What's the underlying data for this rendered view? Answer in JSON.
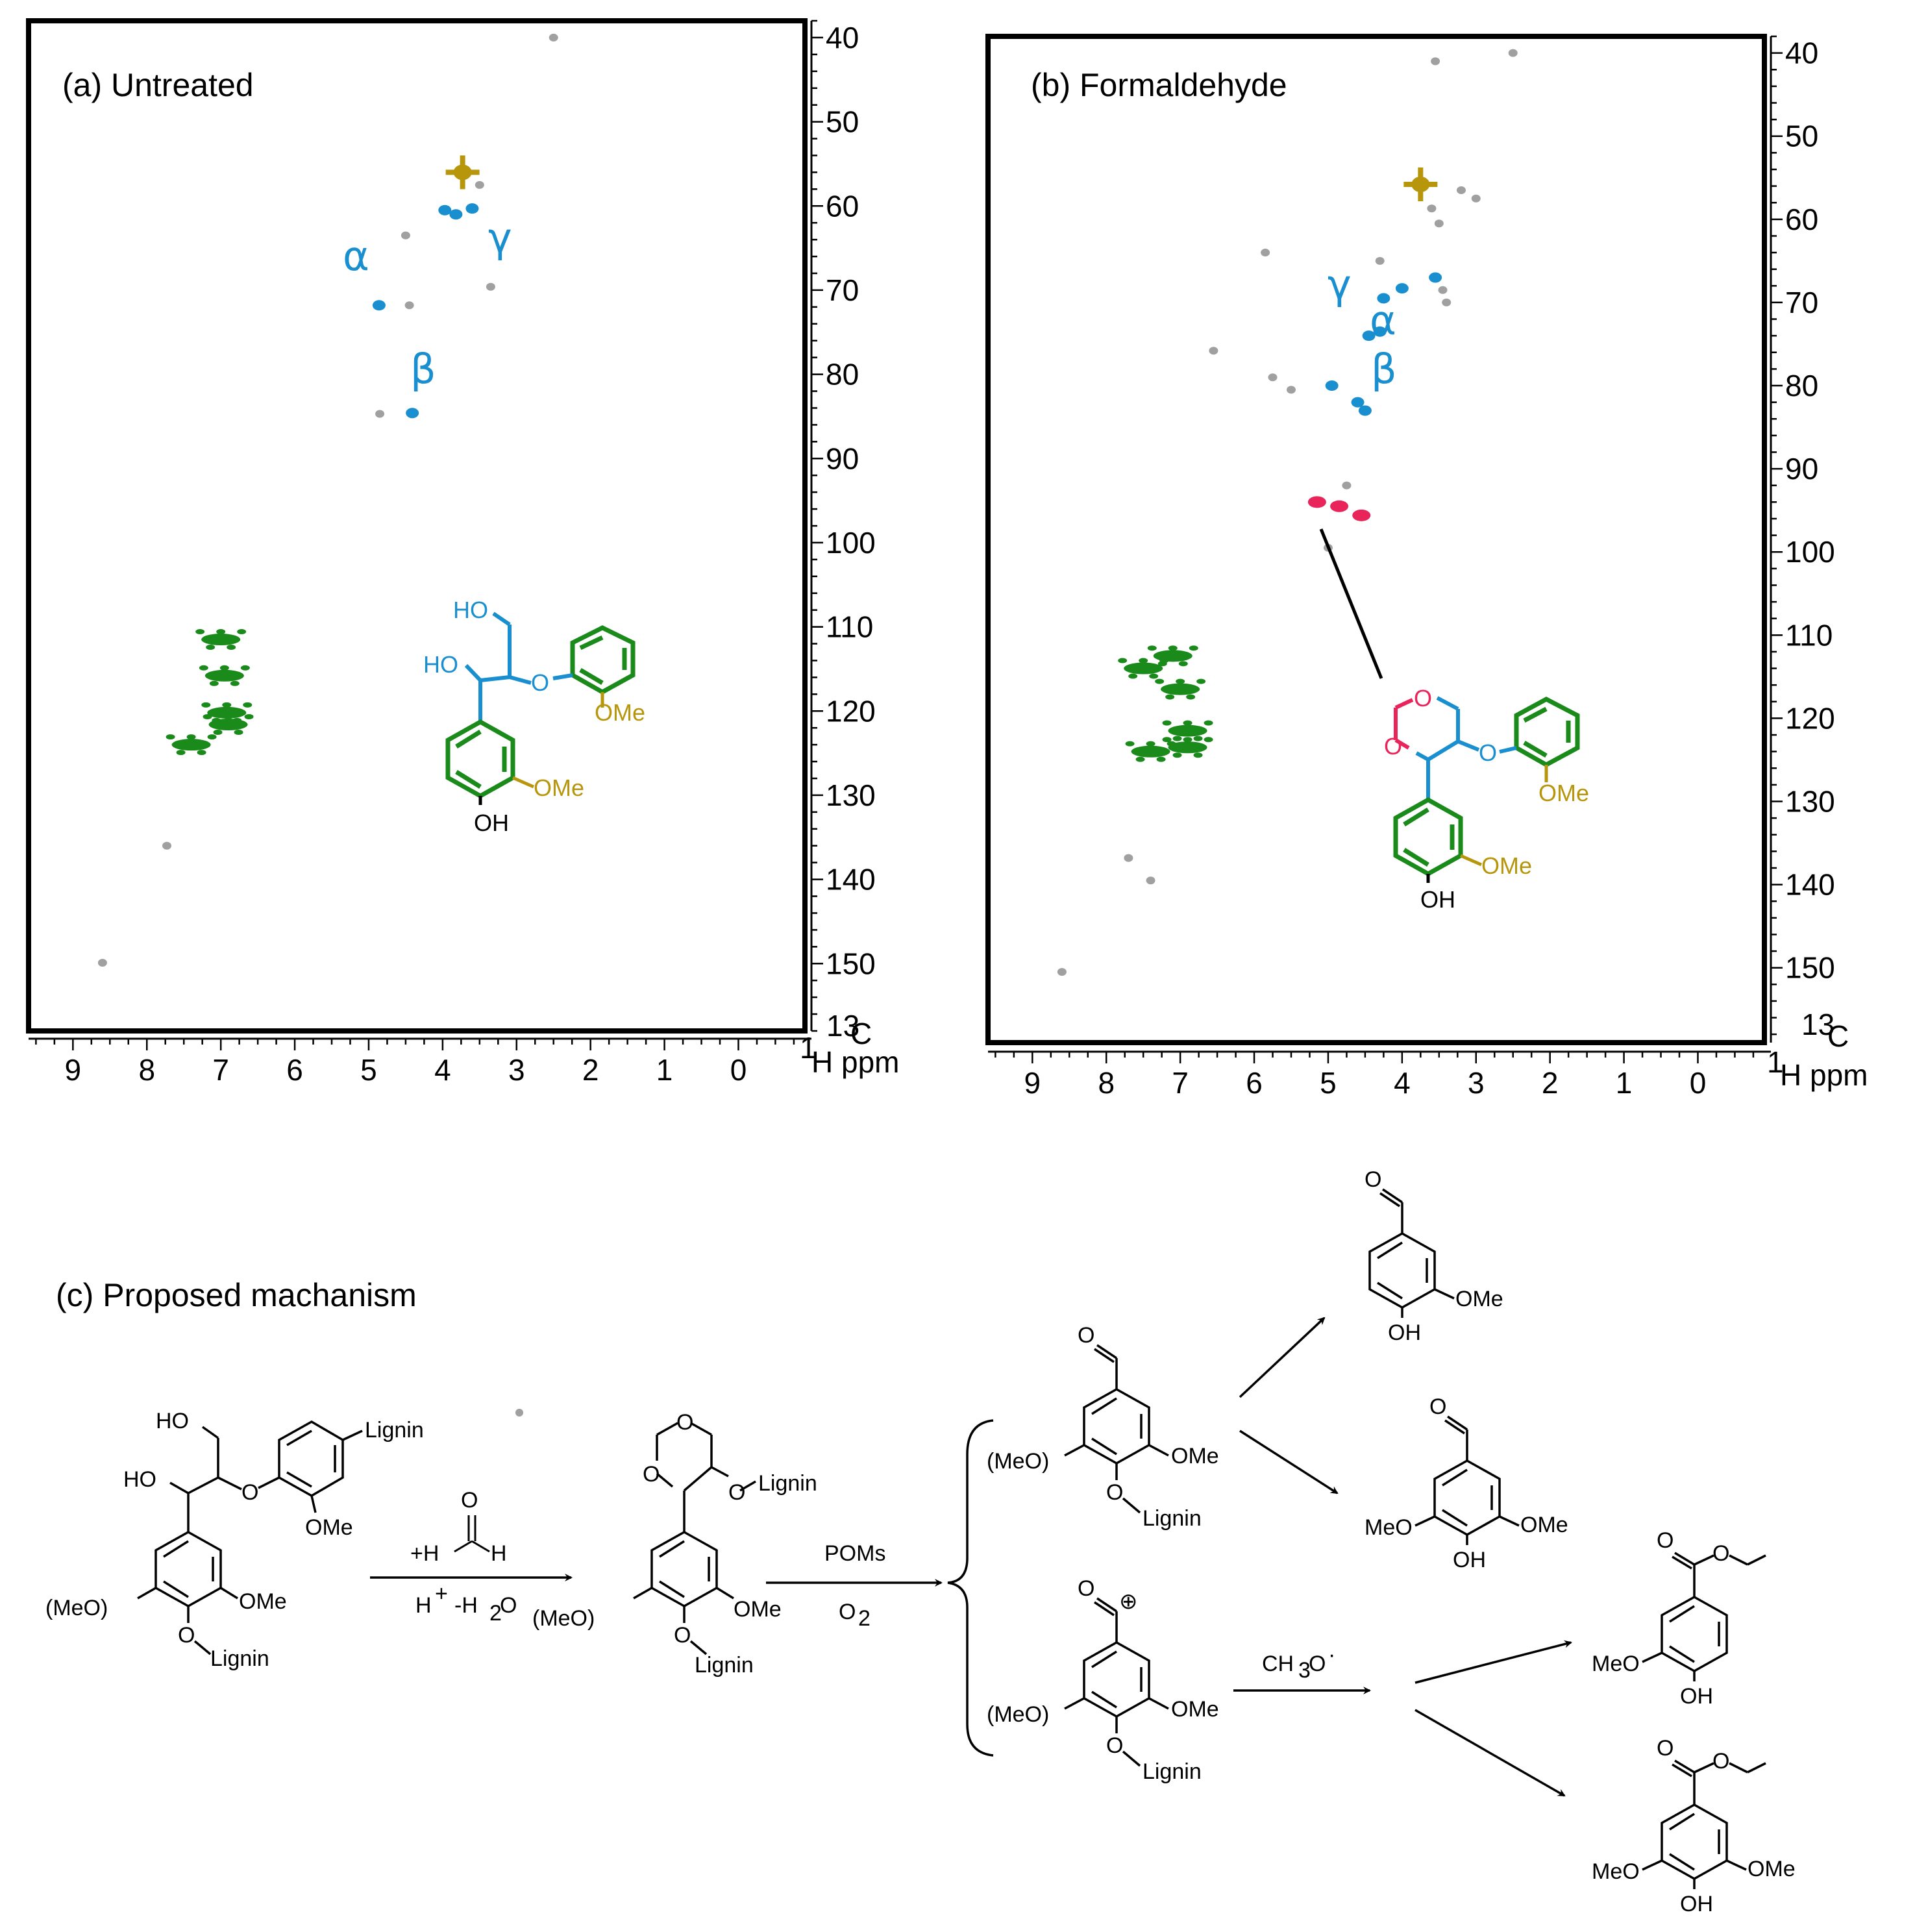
{
  "panels": [
    {
      "label": "(a) Untreated",
      "y_axis_label": "C",
      "y_axis_sup": "13",
      "x_axis_label": "H ppm",
      "x_axis_sup": "1",
      "annotations": {
        "alpha": "α",
        "beta": "β",
        "gamma": "γ"
      },
      "structure_labels": {
        "ho1": "HO",
        "ho2": "HO",
        "o": "O",
        "ome1": "OMe",
        "ome2": "OMe",
        "oh": "OH"
      }
    },
    {
      "label": "(b) Formaldehyde",
      "y_axis_label": "C",
      "y_axis_sup": "13",
      "x_axis_label": "H ppm",
      "x_axis_sup": "1",
      "annotations": {
        "alpha": "α",
        "beta": "β",
        "gamma": "γ"
      },
      "structure_labels": {
        "o_ring1": "O",
        "o_ring2": "O",
        "o": "O",
        "ome1": "OMe",
        "ome2": "OMe",
        "oh": "OH"
      }
    }
  ],
  "chart_data": [
    {
      "type": "scatter",
      "title": "(a) Untreated",
      "xlabel": "1H ppm",
      "ylabel": "13C",
      "xlim": [
        9.6,
        -0.9
      ],
      "ylim": [
        158.0,
        38.0
      ],
      "x_ticks": [
        9,
        8,
        7,
        6,
        5,
        4,
        3,
        2,
        1,
        0
      ],
      "y_ticks": [
        40,
        50,
        60,
        70,
        80,
        90,
        100,
        110,
        120,
        130,
        140,
        150
      ],
      "colors": {
        "methoxyl": "#b8960c",
        "side_chain": "#1a8fd0",
        "aromatic": "#1a8a1a",
        "other": "#a0a0a0"
      },
      "series": [
        {
          "group": "methoxyl",
          "points": [
            [
              3.73,
              56.0
            ]
          ]
        },
        {
          "group": "side_chain",
          "points": [
            [
              4.86,
              71.8
            ],
            [
              4.41,
              84.6
            ],
            [
              3.97,
              60.5
            ],
            [
              3.82,
              61.0
            ],
            [
              3.6,
              60.3
            ]
          ]
        },
        {
          "group": "aromatic",
          "points": [
            [
              7.0,
              111.5
            ],
            [
              6.95,
              115.8
            ],
            [
              6.92,
              120.2
            ],
            [
              6.9,
              121.6
            ],
            [
              7.4,
              124.0
            ]
          ]
        },
        {
          "group": "other",
          "points": [
            [
              2.5,
              40.0
            ],
            [
              8.6,
              149.9
            ],
            [
              7.73,
              136.0
            ],
            [
              4.5,
              63.5
            ],
            [
              4.45,
              71.8
            ],
            [
              3.5,
              57.5
            ],
            [
              3.35,
              69.6
            ],
            [
              4.85,
              84.7
            ]
          ]
        }
      ]
    },
    {
      "type": "scatter",
      "title": "(b) Formaldehyde",
      "xlabel": "1H ppm",
      "ylabel": "13C",
      "xlim": [
        9.6,
        -0.9
      ],
      "ylim": [
        159.0,
        38.0
      ],
      "x_ticks": [
        9,
        8,
        7,
        6,
        5,
        4,
        3,
        2,
        1,
        0
      ],
      "y_ticks": [
        40,
        50,
        60,
        70,
        80,
        90,
        100,
        110,
        120,
        130,
        140,
        150
      ],
      "colors": {
        "methoxyl": "#b8960c",
        "side_chain": "#1a8fd0",
        "aromatic": "#1a8a1a",
        "acetal": "#e8245a",
        "other": "#a0a0a0"
      },
      "series": [
        {
          "group": "methoxyl",
          "points": [
            [
              3.75,
              55.8
            ]
          ]
        },
        {
          "group": "side_chain",
          "points": [
            [
              3.55,
              67.0
            ],
            [
              4.0,
              68.3
            ],
            [
              4.25,
              69.5
            ],
            [
              4.45,
              74.0
            ],
            [
              4.3,
              73.5
            ],
            [
              4.5,
              83.0
            ],
            [
              4.95,
              80.0
            ],
            [
              4.6,
              82.0
            ]
          ]
        },
        {
          "group": "acetal",
          "points": [
            [
              5.15,
              94.0
            ],
            [
              4.85,
              94.5
            ],
            [
              4.55,
              95.6
            ]
          ]
        },
        {
          "group": "aromatic",
          "points": [
            [
              7.1,
              112.5
            ],
            [
              7.0,
              116.5
            ],
            [
              6.9,
              121.5
            ],
            [
              6.9,
              123.5
            ],
            [
              7.4,
              124.0
            ],
            [
              7.5,
              114.0
            ]
          ]
        },
        {
          "group": "other",
          "points": [
            [
              2.5,
              40.0
            ],
            [
              3.55,
              41.0
            ],
            [
              3.6,
              58.7
            ],
            [
              3.5,
              60.5
            ],
            [
              3.45,
              68.5
            ],
            [
              3.4,
              70.0
            ],
            [
              5.85,
              64.0
            ],
            [
              4.3,
              65.0
            ],
            [
              6.55,
              75.8
            ],
            [
              5.75,
              79.0
            ],
            [
              5.5,
              80.5
            ],
            [
              4.75,
              92.0
            ],
            [
              5.0,
              99.5
            ],
            [
              7.7,
              136.8
            ],
            [
              7.4,
              139.5
            ],
            [
              8.6,
              150.5
            ],
            [
              3.0,
              57.5
            ],
            [
              3.2,
              56.5
            ]
          ]
        }
      ]
    }
  ],
  "mechanism": {
    "title": "(c) Proposed machanism",
    "s1": {
      "ho1": "HO",
      "ho2": "HO",
      "lignin1": "Lignin",
      "o": "O",
      "ome1": "OMe",
      "meo": "(MeO)",
      "ome2": "OMe",
      "lignin2": "Lignin"
    },
    "step1": {
      "reagent_o": "O",
      "reagent": "+H",
      "reagent_h": "H",
      "cond": "H",
      "cond_sup": "+",
      "cond2": "-H",
      "cond2_sub": "2",
      "cond2_end": "O"
    },
    "s2": {
      "lignin1": "Lignin",
      "meo": "(MeO)",
      "ome": "OMe",
      "lignin2": "Lignin"
    },
    "step2": {
      "top": "POMs",
      "bottom": "O",
      "bottom_sub": "2"
    },
    "s3": {
      "meo": "(MeO)",
      "ome": "OMe",
      "lignin": "Lignin"
    },
    "s4": {
      "charge": "⊕",
      "meo": "(MeO)",
      "ome": "OMe",
      "lignin": "Lignin"
    },
    "step3": {
      "reagent": "CH",
      "reagent_sub": "3",
      "reagent_end": "O",
      "radical": "·"
    },
    "p1": {
      "ome": "OMe",
      "oh": "OH"
    },
    "p2": {
      "meo": "MeO",
      "ome": "OMe",
      "oh": "OH"
    },
    "p3": {
      "meo": "MeO",
      "oh": "OH"
    },
    "p4": {
      "meo": "MeO",
      "ome": "OMe",
      "oh": "OH"
    }
  }
}
